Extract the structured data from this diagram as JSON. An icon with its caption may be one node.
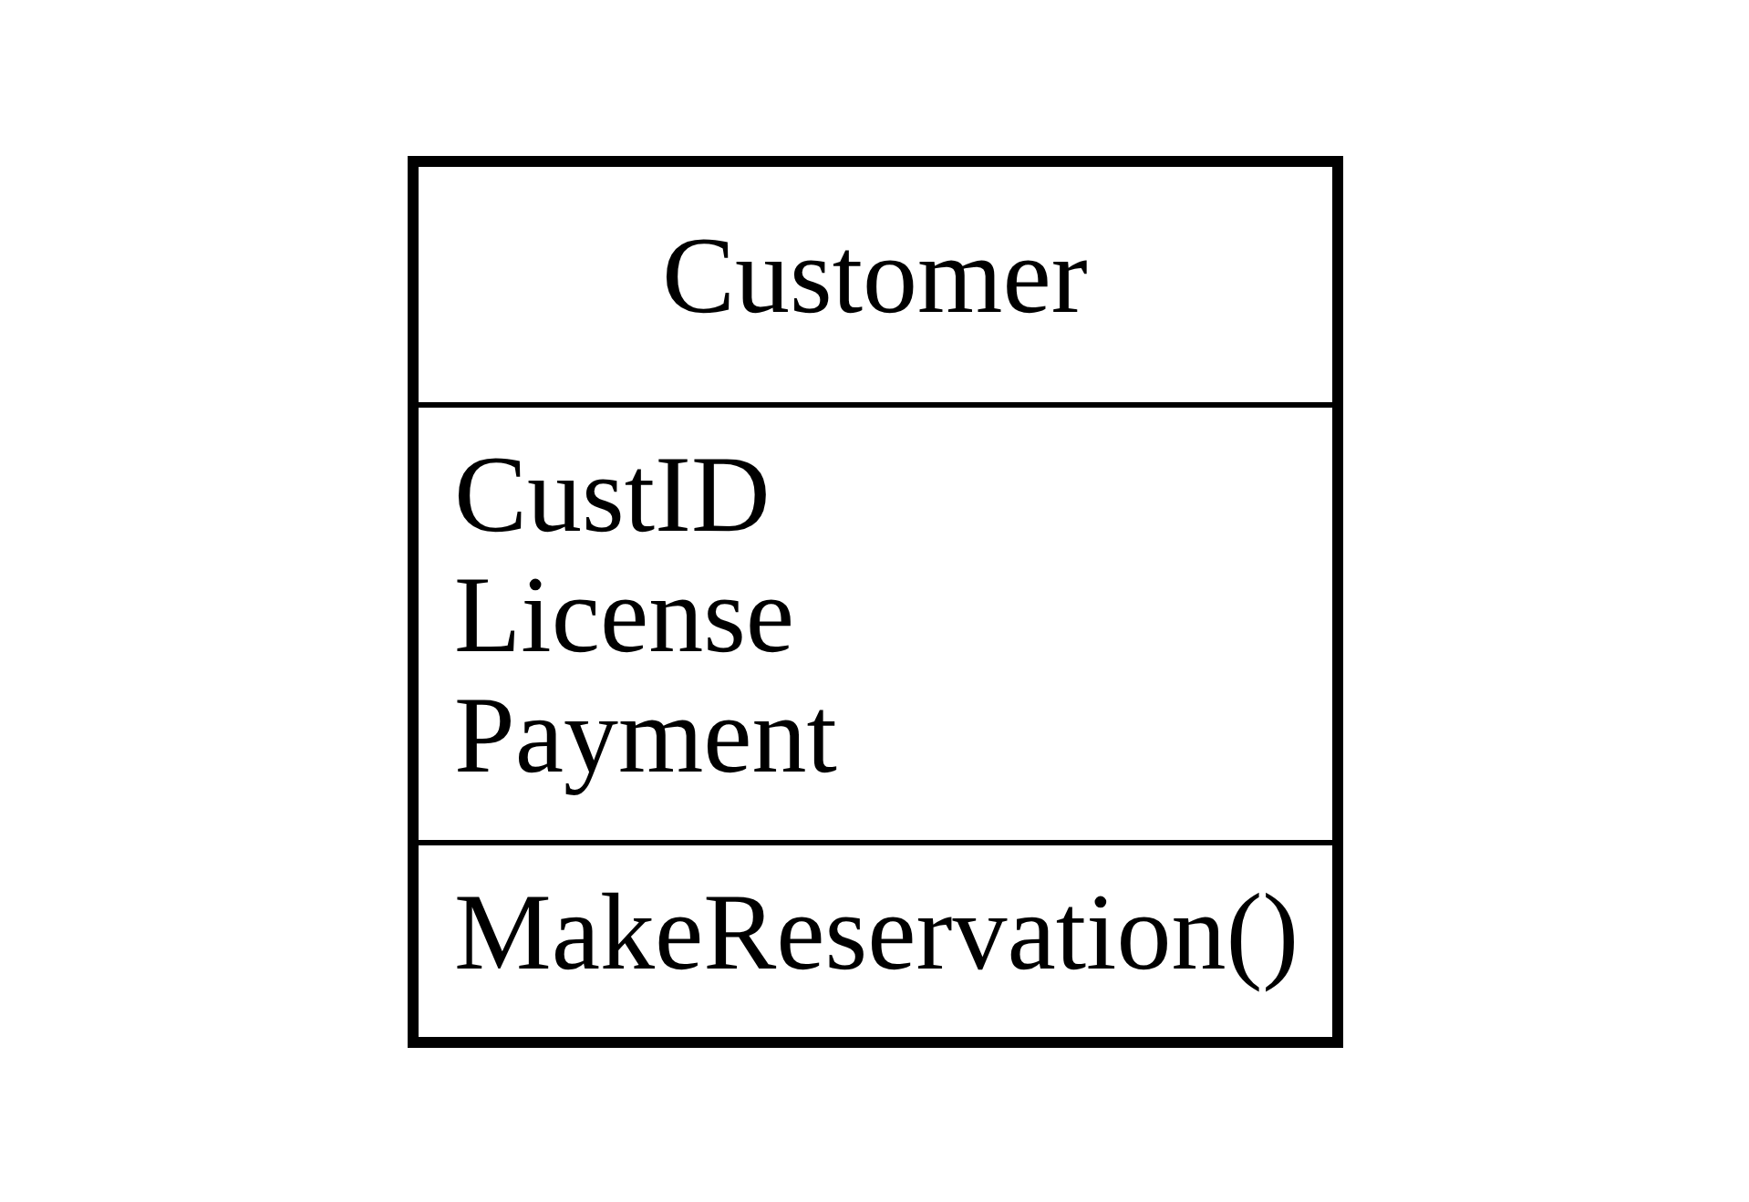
{
  "diagram": {
    "nodes": [
      {
        "text": [
          "Customer",
          "CustID",
          "License",
          "Payment",
          "MakeReservation()"
        ]
      }
    ]
  }
}
